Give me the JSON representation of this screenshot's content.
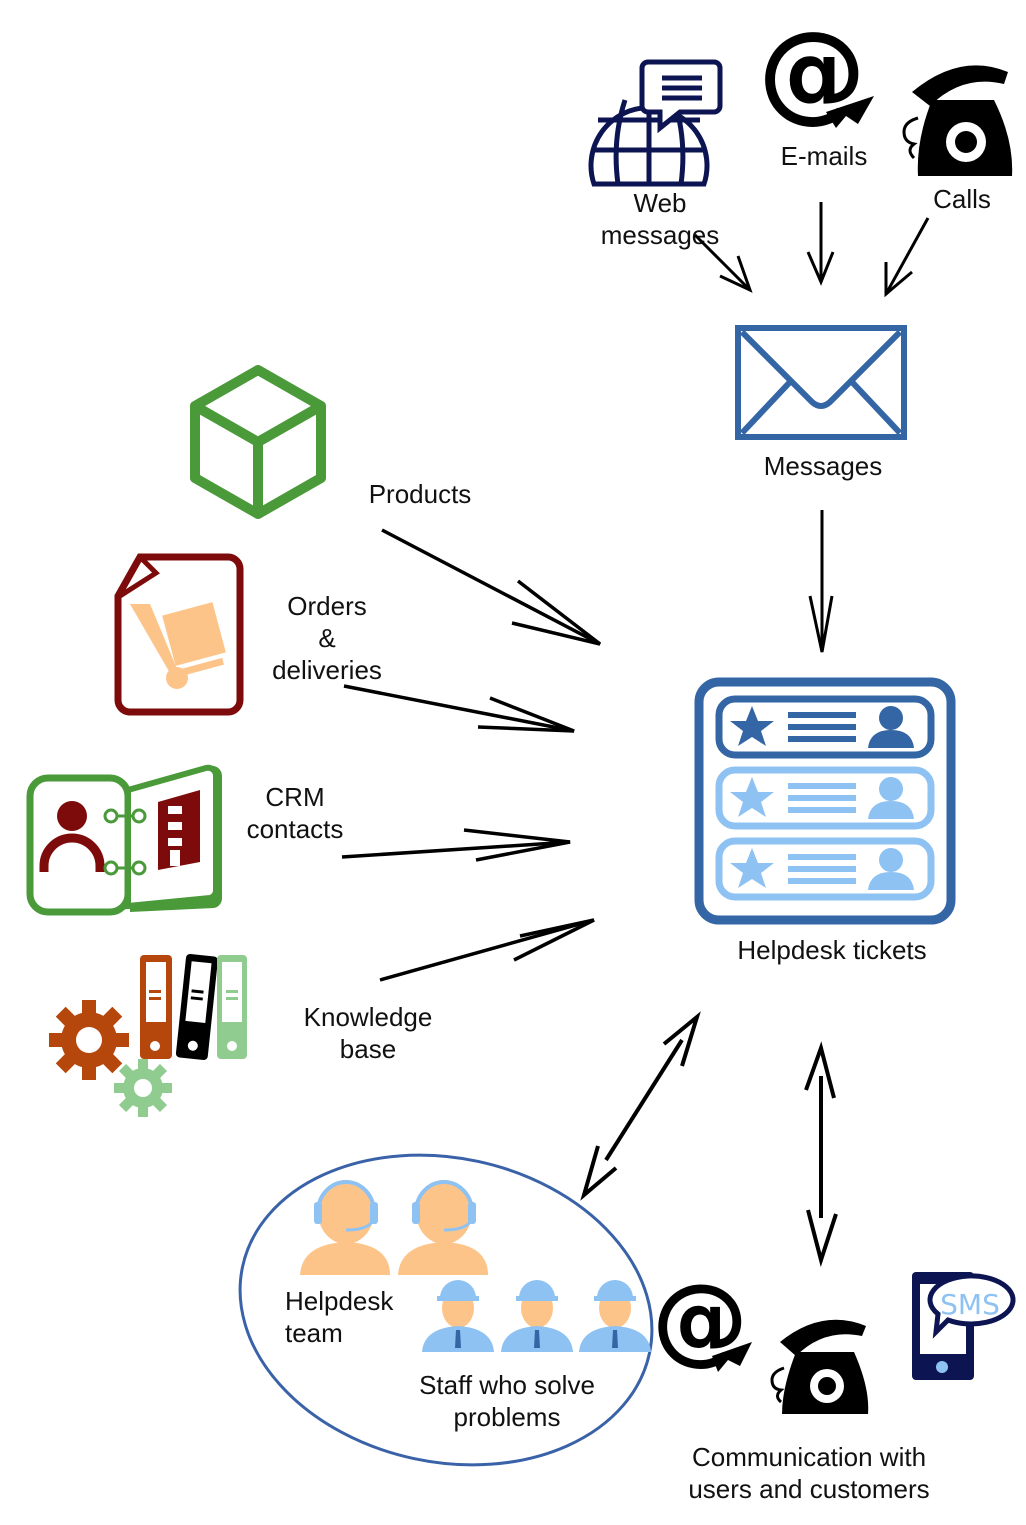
{
  "title": "Helpdesk flow diagram",
  "colors": {
    "ticket_dark": "#3465a4",
    "ticket_light": "#8ec2f2",
    "navy": "#0d1452",
    "green": "#4a9a3a",
    "maroon": "#7e0b0b",
    "peach": "#fdc48a",
    "rust": "#b5470c",
    "light_green": "#90cc90",
    "ellipse": "#3a62a8"
  },
  "sources": {
    "web_messages": {
      "line1": "Web",
      "line2": "messages",
      "icon": "globe-chat-icon"
    },
    "emails": {
      "label": "E-mails",
      "icon": "at-sign-icon"
    },
    "calls": {
      "label": "Calls",
      "icon": "telephone-icon"
    }
  },
  "messages": {
    "label": "Messages",
    "icon": "envelope-icon"
  },
  "helpdesk_tickets": {
    "label": "Helpdesk tickets",
    "icon": "ticket-list-icon"
  },
  "data_sources": {
    "products": {
      "label": "Products",
      "icon": "cube-icon"
    },
    "orders": {
      "line1": "Orders",
      "line2": "&",
      "line3": "deliveries",
      "icon": "delivery-document-icon"
    },
    "crm": {
      "line1": "CRM",
      "line2": "contacts",
      "icon": "address-book-icon"
    },
    "knowledge": {
      "line1": "Knowledge",
      "line2": "base",
      "icon": "binders-gears-icon"
    }
  },
  "team": {
    "helpdesk_line1": "Helpdesk",
    "helpdesk_line2": "team",
    "staff_line1": "Staff who solve",
    "staff_line2": "problems"
  },
  "communication": {
    "line1": "Communication with",
    "line2": "users and customers",
    "sms_text": "SMS"
  }
}
